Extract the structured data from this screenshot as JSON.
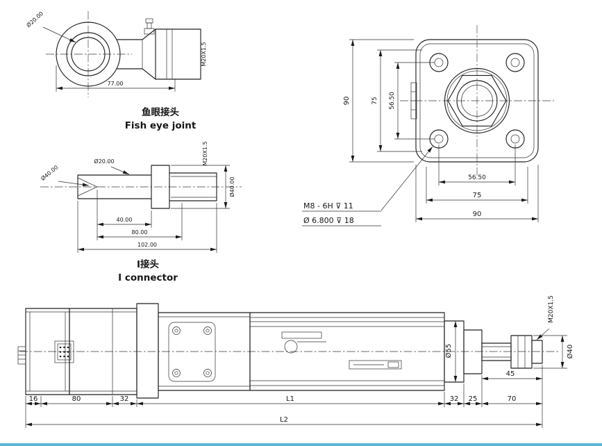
{
  "colors": {
    "line": "#1a1a1a",
    "background": "#ffffff",
    "accent_border": "#5db6d0"
  },
  "fish_eye_joint": {
    "title_zh": "鱼眼接头",
    "title_en": "Fish eye joint",
    "dia_label": "Ø20.00",
    "thread_label": "M20X1.5",
    "length_label": "77.00"
  },
  "i_connector": {
    "title_zh": "I接头",
    "title_en": "I connector",
    "dia20_label": "Ø20.00",
    "dia40_left_label": "Ø40.00",
    "dia40_right_label": "Ø40.00",
    "thread_label": "M20X1.5",
    "len40_label": "40.00",
    "len80_label": "80.00",
    "len102_label": "102.00"
  },
  "flange": {
    "height_label": "90",
    "bolt_v_label": "75",
    "inner_v_label": "56.50",
    "inner_h_label": "56.50",
    "bolt_h_label": "75",
    "width_label": "90",
    "note_line1": "M8 - 6H ⊽ 11",
    "note_line2": "Ø 6.800 ⊽ 18"
  },
  "actuator": {
    "dim_16": "16",
    "dim_80": "80",
    "dim_32_left": "32",
    "dim_l1": "L1",
    "dim_32_right": "32",
    "dim_25": "25",
    "dim_70": "70",
    "dim_l2": "L2",
    "dim_45": "45",
    "dia55_label": "Ø55",
    "dia40_label": "Ø40",
    "thread_label": "M20X1.5"
  }
}
